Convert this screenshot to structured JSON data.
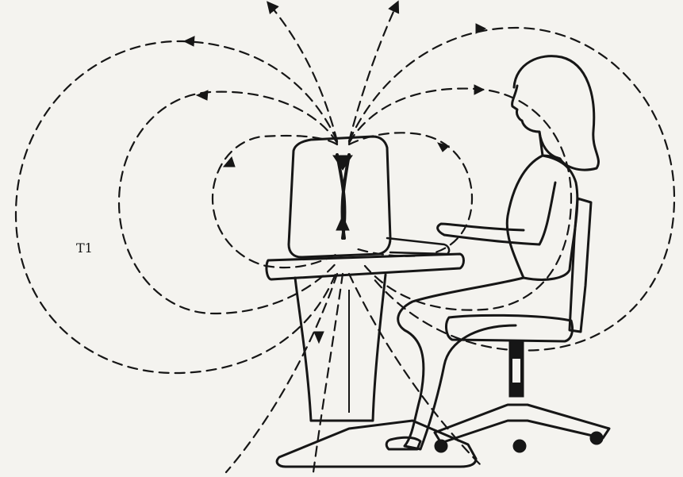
{
  "labels": {
    "margin_mark": "T1"
  },
  "colors": {
    "ink": "#161616",
    "paper": "#f4f3ef"
  },
  "field_lines": {
    "loop_count_left": 3,
    "loop_count_right": 3,
    "rays_up": 2,
    "rays_down": 3
  }
}
